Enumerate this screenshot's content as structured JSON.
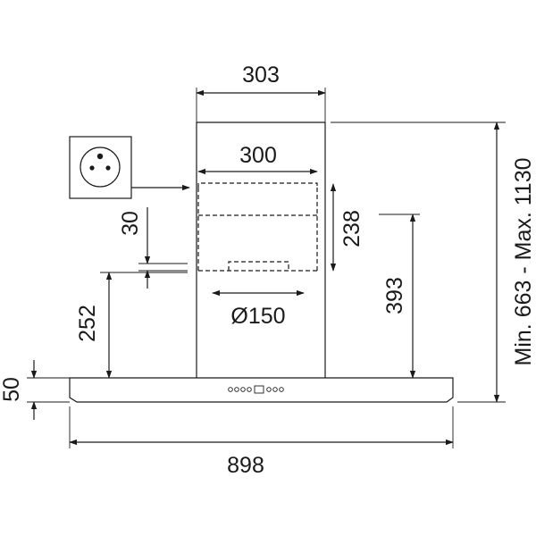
{
  "dimensions": {
    "chimney_width": "303",
    "inner_width": "300",
    "inner_height": "238",
    "socket_offset": "30",
    "duct_diameter": "Ø150",
    "duct_height": "252",
    "canopy_offset": "393",
    "canopy_thickness": "50",
    "total_width": "898",
    "total_height": "Min. 663 - Max. 1130"
  },
  "icons": {
    "socket": "power-socket-icon"
  }
}
